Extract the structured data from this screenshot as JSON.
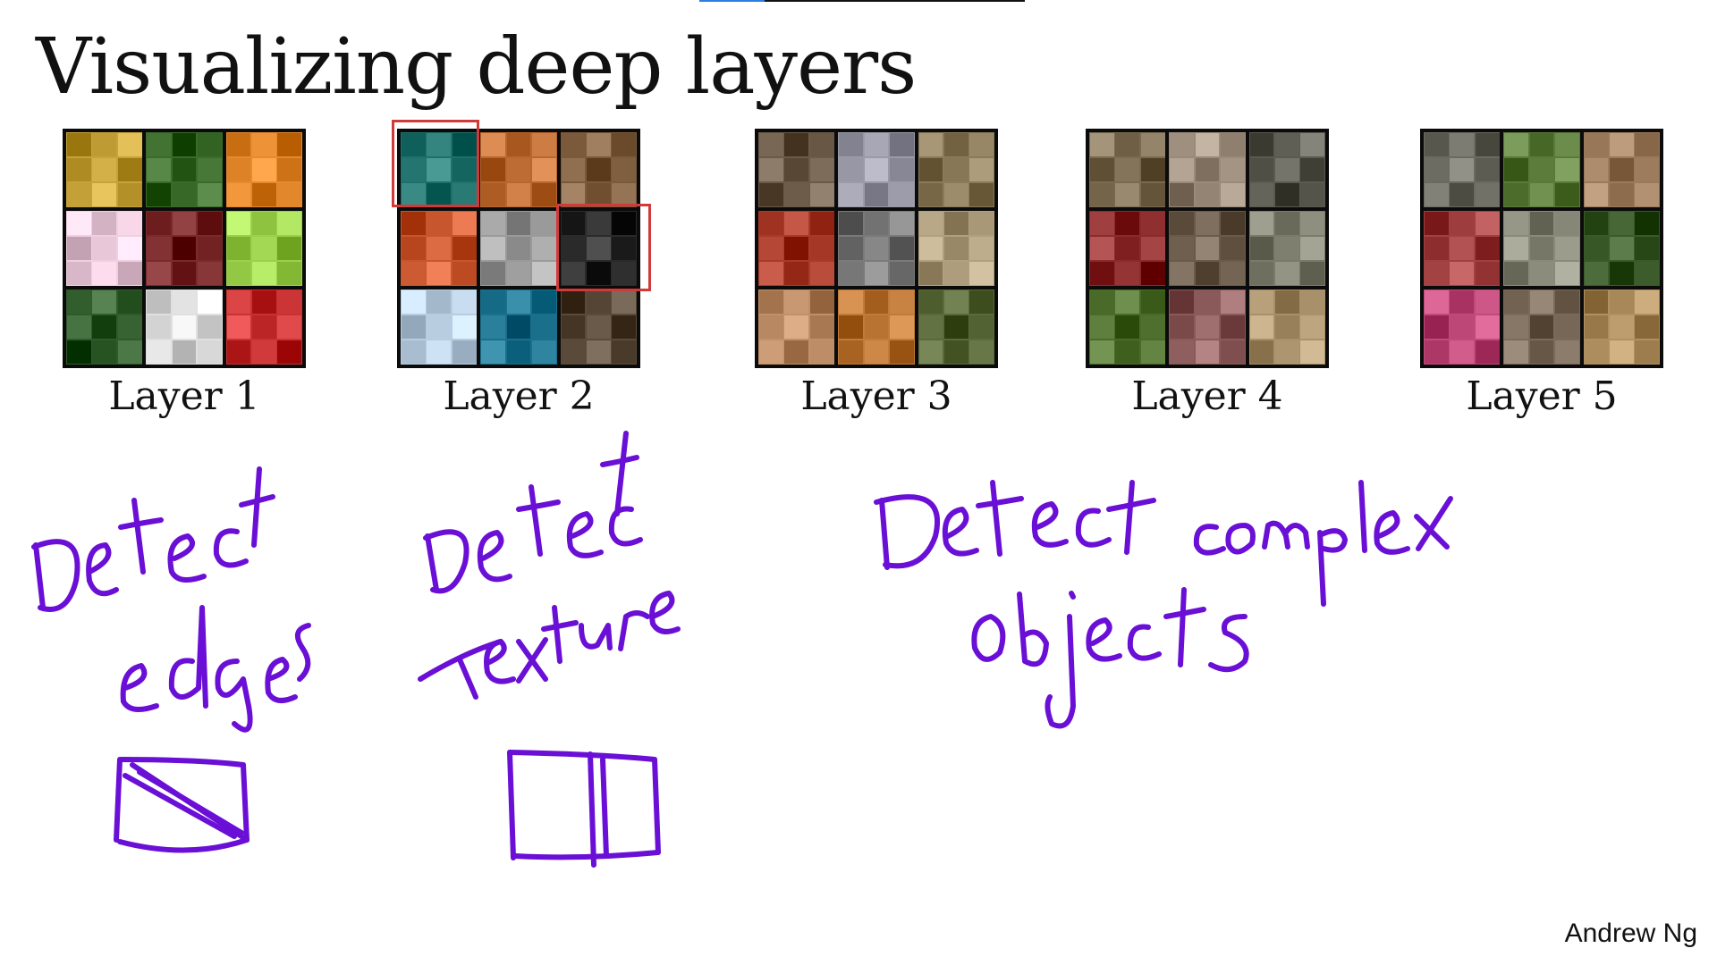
{
  "title": "Visualizing deep layers",
  "credit": "Andrew Ng",
  "progress": {
    "fraction": 0.2,
    "fill_color": "#2a7de1"
  },
  "layers": [
    {
      "label": "Layer 1",
      "palette": [
        "#c7a43b",
        "#3b6b2b",
        "#e58a2f",
        "#f0d0e0",
        "#7a2a2a",
        "#9ad04c",
        "#2f5b2b",
        "#e0e0e0",
        "#c83232"
      ]
    },
    {
      "label": "Layer 2",
      "palette": [
        "#1f6f6a",
        "#b8672f",
        "#7b5a3b",
        "#c7552e",
        "#9a9a9a",
        "#2a2a2a",
        "#b8cde0",
        "#1a6f8a",
        "#5a4a3a"
      ]
    },
    {
      "label": "Layer 3",
      "palette": [
        "#6b5a48",
        "#9a9aa8",
        "#8a7a5a",
        "#a83a2a",
        "#7a7a7a",
        "#b0a080",
        "#c0906a",
        "#c07a3a",
        "#5a6a3a"
      ]
    },
    {
      "label": "Layer 4",
      "palette": [
        "#7a6a50",
        "#9a8a7a",
        "#5a5a50",
        "#8a2a2a",
        "#6a5a4a",
        "#7a7a6a",
        "#4a6a2a",
        "#8a5a5a",
        "#a8906a"
      ]
    },
    {
      "label": "Layer 5",
      "palette": [
        "#6a6a60",
        "#5a7a3a",
        "#9a7a5a",
        "#a04040",
        "#8a8a7a",
        "#3a5a2a",
        "#c04a7a",
        "#7a6a5a",
        "#b09060"
      ]
    }
  ],
  "annotations": {
    "edges_text": "Detect edges",
    "texture_text": "Detect Texture",
    "complex_text": "Detect complex objects",
    "ink_color": "#6a0fd6",
    "highlight_color": "#d23a3a"
  }
}
